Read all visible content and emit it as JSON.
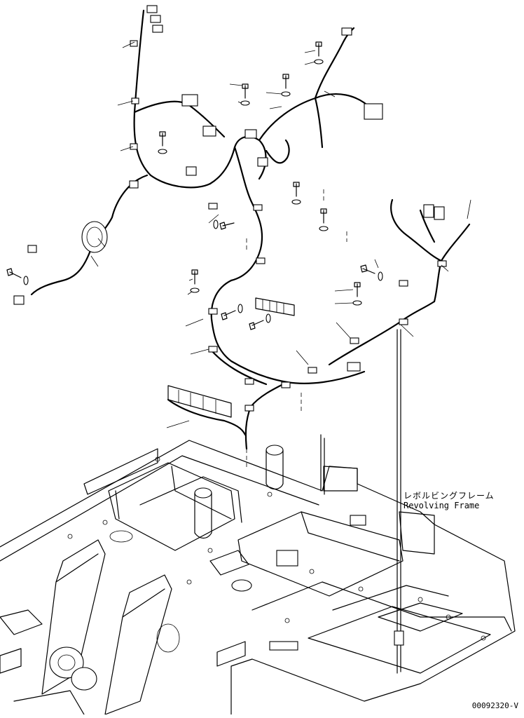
{
  "labels": {
    "part_name_jp": "レボルビングフレーム",
    "part_name_en": "Revolving Frame",
    "drawing_number": "00092320-V"
  }
}
